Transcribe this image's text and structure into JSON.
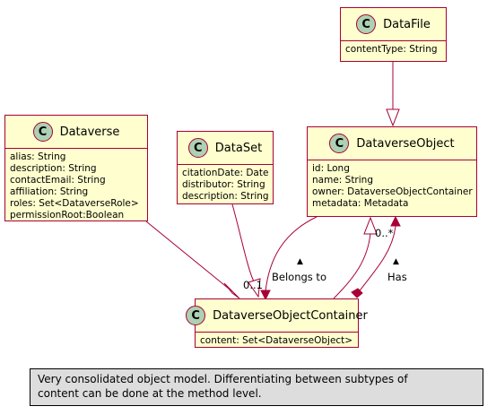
{
  "classes": {
    "datafile": {
      "name": "DataFile",
      "badge": "C",
      "attributes": [
        "contentType: String"
      ]
    },
    "dataverse": {
      "name": "Dataverse",
      "badge": "C",
      "attributes": [
        "alias: String",
        "description: String",
        "contactEmail: String",
        "affiliation: String",
        "roles: Set<DataverseRole>",
        "permissionRoot:Boolean"
      ]
    },
    "dataset": {
      "name": "DataSet",
      "badge": "C",
      "attributes": [
        "citationDate: Date",
        "distributor: String",
        "description: String"
      ]
    },
    "dataverse_object": {
      "name": "DataverseObject",
      "badge": "C",
      "attributes": [
        "id: Long",
        "name: String",
        "owner: DataverseObjectContainer",
        "metadata: Metadata"
      ]
    },
    "container": {
      "name": "DataverseObjectContainer",
      "badge": "C",
      "attributes": [
        "content: Set<DataverseObject>"
      ]
    }
  },
  "edges": {
    "belongs_to_label": "Belongs to",
    "has_label": "Has",
    "multiplicity_left": "0..1",
    "multiplicity_right": "0..*",
    "direction_marker": "▲"
  },
  "note": {
    "lines": [
      "Very consolidated object model. Differentiating between subtypes of",
      "content can be done at the method level."
    ]
  },
  "colors": {
    "class_fill": "#FEFECE",
    "class_border": "#A80036",
    "badge_fill": "#ADD1B2",
    "note_fill": "#DDDDDD"
  }
}
